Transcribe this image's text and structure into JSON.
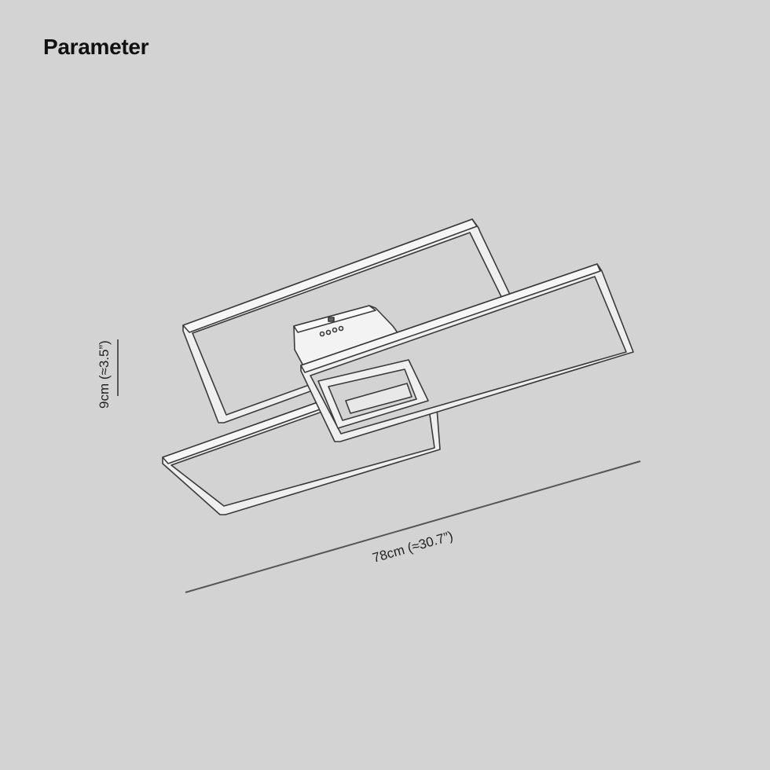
{
  "header": {
    "title": "Parameter"
  },
  "dimensions": {
    "height": {
      "label": "9cm (≈3.5”)",
      "value_cm": 9,
      "value_in": 3.5
    },
    "length": {
      "label": "78cm (≈30.7”)",
      "value_cm": 78,
      "value_in": 30.7
    }
  },
  "product": {
    "name": "ceiling-light-rectangular-frames",
    "frame_count": 3
  },
  "colors": {
    "background": "#d3d3d3",
    "line": "#555555",
    "frame_fill": "#eeeeee",
    "frame_stroke": "#3a3a3a"
  }
}
